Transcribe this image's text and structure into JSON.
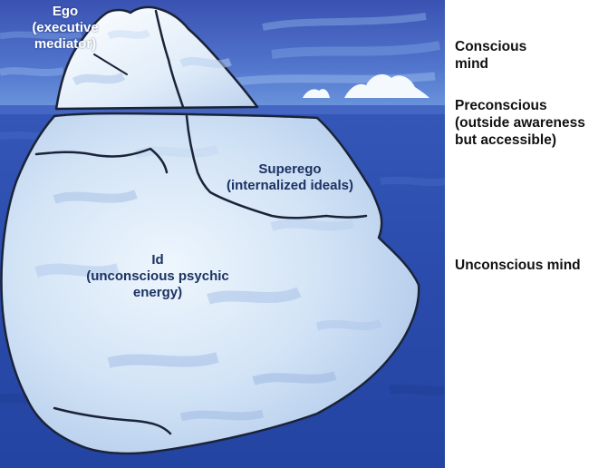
{
  "diagram": {
    "parts": {
      "ego": "Ego\n(executive\nmediator)",
      "superego": "Superego\n(internalized ideals)",
      "id": "Id\n(unconscious psychic\nenergy)"
    },
    "levels": {
      "conscious": "Conscious\nmind",
      "preconscious": "Preconscious\n(outside awareness\nbut accessible)",
      "unconscious": "Unconscious mind"
    },
    "colors": {
      "sky_top": "#3c55b4",
      "sky_bottom": "#5f86d6",
      "water_top": "#2d4fb0",
      "water_deep": "#2241a0",
      "ice_light": "#f0f7fd",
      "ice_mid": "#c9def4",
      "ice_shadow": "#a9c4e6",
      "crack": "#1b2338"
    }
  }
}
